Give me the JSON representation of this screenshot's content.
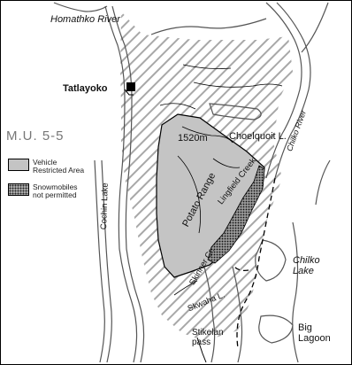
{
  "map": {
    "unit_label": "M.U. 5-5",
    "legend": [
      {
        "text": "Vehicle Restricted Area",
        "swatch": "vehicle-restricted",
        "color": "#c4c4c4"
      },
      {
        "text": "Snowmobiles not permitted",
        "swatch": "snowmobiles-not-permitted",
        "color": "#222222"
      }
    ],
    "places": {
      "homathko_river": "Homathko River",
      "tatlayoko": "Tatlayoko",
      "choelquoit_lake": "Choelquoit L.",
      "elevation": "1520m",
      "potato_range": "Potato Range",
      "chilko_river": "Chilko River",
      "lingfield_creek": "Lingfield Creek",
      "cochin_lake": "Cochin Lake",
      "skinner_creek": "Skinner Cr.",
      "skwaha_lake": "Skwaha L.",
      "chilko_lake": "Chilko Lake",
      "stikelan_pass": "Stikelan pass",
      "big_lagoon": "Big Lagoon"
    },
    "colors": {
      "hatch": "#a8a8a8",
      "vehicle_area": "#c4c4c4",
      "snowmobile_band": "#303030",
      "water_lines": "#555555",
      "town": "#000000"
    }
  }
}
